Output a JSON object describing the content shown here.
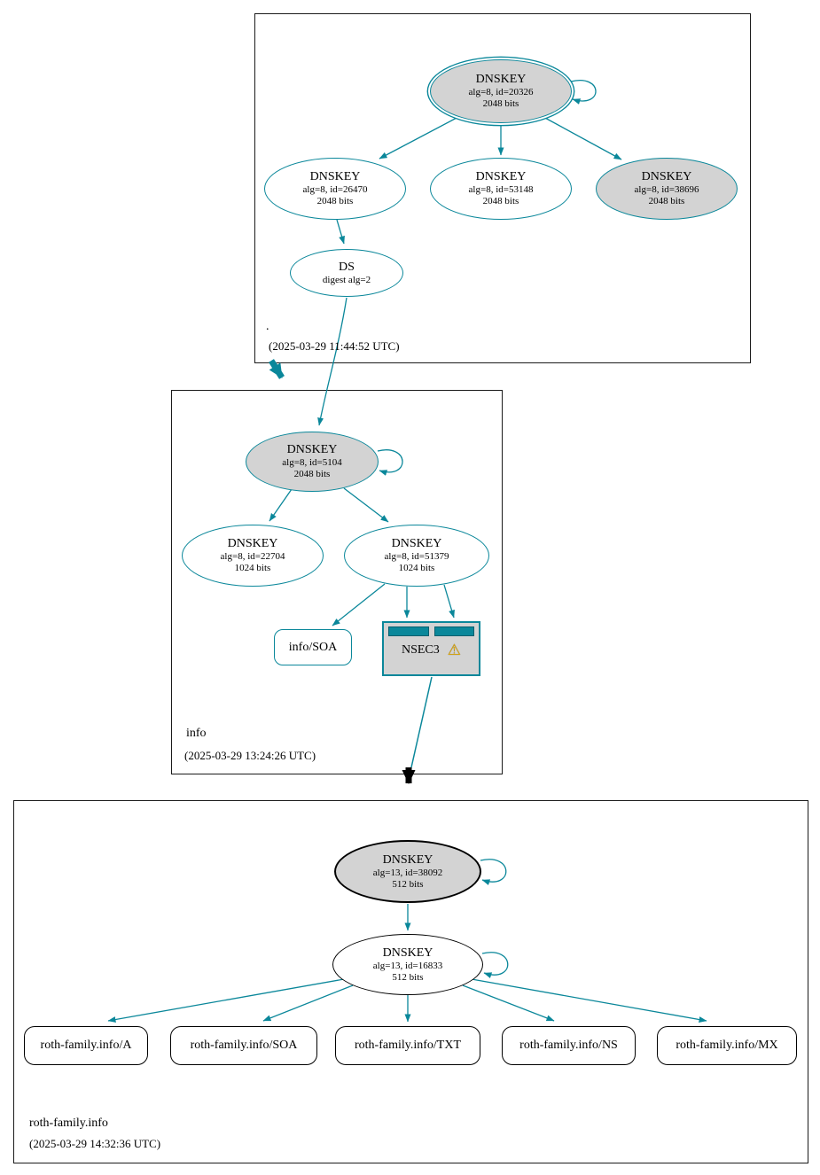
{
  "colors": {
    "secure_teal": "#0a879a",
    "insecure_black": "#000000",
    "node_gray_fill": "#d3d3d3",
    "warning_yellow": "#f0b400"
  },
  "zones": {
    "root": {
      "label": ".",
      "timestamp": "(2025-03-29 11:44:52 UTC)",
      "nodes": {
        "ksk20326": {
          "title": "DNSKEY",
          "detail": "alg=8, id=20326",
          "bits": "2048 bits"
        },
        "zsk26470": {
          "title": "DNSKEY",
          "detail": "alg=8, id=26470",
          "bits": "2048 bits"
        },
        "zsk53148": {
          "title": "DNSKEY",
          "detail": "alg=8, id=53148",
          "bits": "2048 bits"
        },
        "zsk38696": {
          "title": "DNSKEY",
          "detail": "alg=8, id=38696",
          "bits": "2048 bits"
        },
        "ds": {
          "title": "DS",
          "detail": "digest alg=2"
        }
      }
    },
    "info": {
      "label": "info",
      "timestamp": "(2025-03-29 13:24:26 UTC)",
      "nodes": {
        "ksk5104": {
          "title": "DNSKEY",
          "detail": "alg=8, id=5104",
          "bits": "2048 bits"
        },
        "zsk22704": {
          "title": "DNSKEY",
          "detail": "alg=8, id=22704",
          "bits": "1024 bits"
        },
        "zsk51379": {
          "title": "DNSKEY",
          "detail": "alg=8, id=51379",
          "bits": "1024 bits"
        },
        "soa": {
          "label": "info/SOA"
        },
        "nsec3": {
          "label": "NSEC3",
          "warning": "⚠"
        }
      }
    },
    "roth": {
      "label": "roth-family.info",
      "timestamp": "(2025-03-29 14:32:36 UTC)",
      "nodes": {
        "ksk38092": {
          "title": "DNSKEY",
          "detail": "alg=13, id=38092",
          "bits": "512 bits"
        },
        "zsk16833": {
          "title": "DNSKEY",
          "detail": "alg=13, id=16833",
          "bits": "512 bits"
        }
      },
      "rrsets": [
        {
          "label": "roth-family.info/A"
        },
        {
          "label": "roth-family.info/SOA"
        },
        {
          "label": "roth-family.info/TXT"
        },
        {
          "label": "roth-family.info/NS"
        },
        {
          "label": "roth-family.info/MX"
        }
      ]
    }
  }
}
